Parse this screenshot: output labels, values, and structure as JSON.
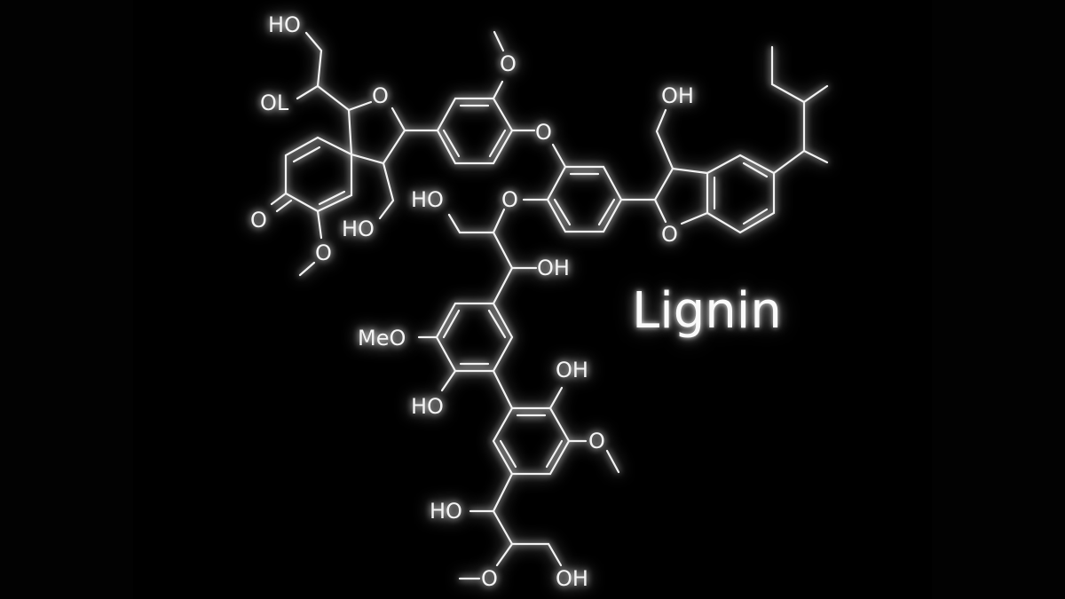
{
  "title": "Lignin",
  "colors": {
    "background": "#000000",
    "stroke": "#f2f2f2",
    "glow": "#ffffff"
  },
  "atoms": {
    "a1": "HO",
    "a2": "OL",
    "a3": "O",
    "a4": "O",
    "a5": "O",
    "a6": "OH",
    "a7": "O",
    "a8": "O",
    "a9": "HO",
    "a10": "HO",
    "a11": "O",
    "a12": "OH",
    "a13": "O",
    "a14": "MeO",
    "a15": "HO",
    "a16": "OH",
    "a17": "O",
    "a18": "HO",
    "a19": "O",
    "a20": "OH"
  }
}
